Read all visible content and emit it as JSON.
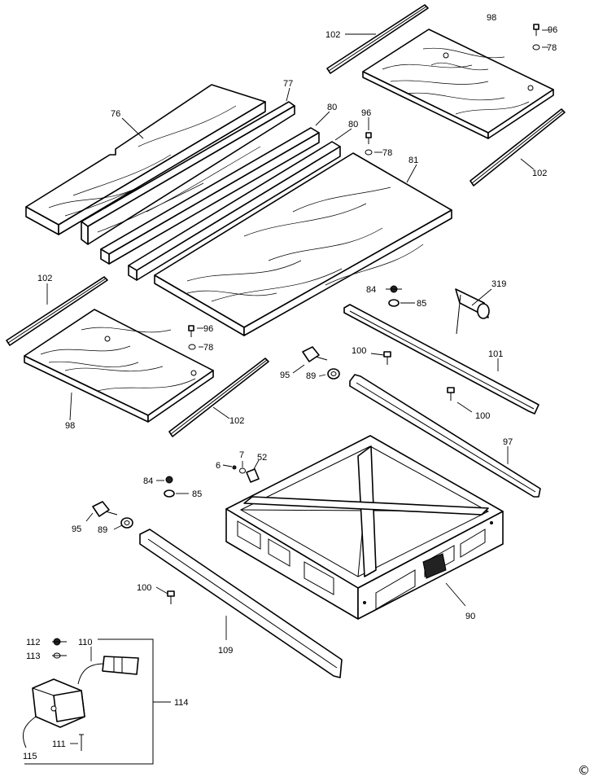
{
  "labels": {
    "l102a": "102",
    "l98a": "98",
    "l96a": "96",
    "l78a": "78",
    "l77": "77",
    "l76": "76",
    "l80a": "80",
    "l80b": "80",
    "l96b": "96",
    "l78b": "78",
    "l81": "81",
    "l102b": "102",
    "l102c": "102",
    "l96c": "96",
    "l78c": "78",
    "l98b": "98",
    "l102d": "102",
    "l84a": "84",
    "l85a": "85",
    "l319": "319",
    "l100a": "100",
    "l101": "101",
    "l95a": "95",
    "l89a": "89",
    "l100b": "100",
    "l97": "97",
    "l7": "7",
    "l52": "52",
    "l6": "6",
    "l84b": "84",
    "l85b": "85",
    "l95b": "95",
    "l89b": "89",
    "l100c": "100",
    "l90": "90",
    "l109": "109",
    "l112": "112",
    "l110": "110",
    "l113": "113",
    "l114": "114",
    "l111": "111",
    "l115": "115"
  },
  "copyright": "©"
}
